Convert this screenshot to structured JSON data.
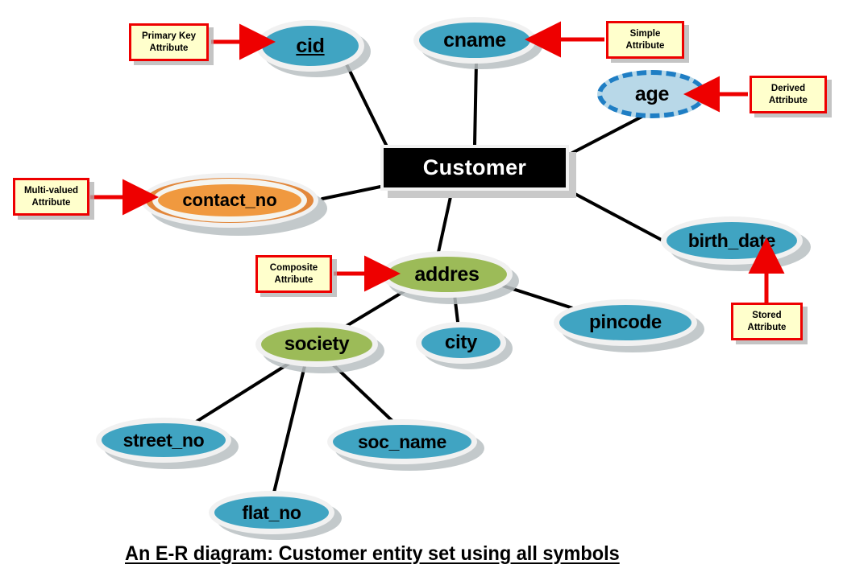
{
  "diagram": {
    "caption": "An E-R diagram: Customer entity set using all symbols",
    "entity": {
      "label": "Customer",
      "fill": "#000000",
      "text_color": "#ffffff"
    },
    "attributes": [
      {
        "id": "cid",
        "label": "cid",
        "kind": "key",
        "fill": "#40a4c2"
      },
      {
        "id": "cname",
        "label": "cname",
        "kind": "simple",
        "fill": "#40a4c2"
      },
      {
        "id": "age",
        "label": "age",
        "kind": "derived",
        "fill": "#b8d8e8"
      },
      {
        "id": "contact_no",
        "label": "contact_no",
        "kind": "multivalued",
        "fill": "#f0993f"
      },
      {
        "id": "birth_date",
        "label": "birth_date",
        "kind": "stored",
        "fill": "#40a4c2"
      },
      {
        "id": "addres",
        "label": "addres",
        "kind": "composite",
        "fill": "#9cbb58"
      },
      {
        "id": "society",
        "label": "society",
        "kind": "composite",
        "fill": "#9cbb58"
      },
      {
        "id": "city",
        "label": "city",
        "kind": "simple",
        "fill": "#40a4c2"
      },
      {
        "id": "pincode",
        "label": "pincode",
        "kind": "simple",
        "fill": "#40a4c2"
      },
      {
        "id": "street_no",
        "label": "street_no",
        "kind": "simple",
        "fill": "#40a4c2"
      },
      {
        "id": "soc_name",
        "label": "soc_name",
        "kind": "simple",
        "fill": "#40a4c2"
      },
      {
        "id": "flat_no",
        "label": "flat_no",
        "kind": "simple",
        "fill": "#40a4c2"
      }
    ],
    "callouts": [
      {
        "id": "primary-key",
        "line1": "Primary Key",
        "line2": "Attribute"
      },
      {
        "id": "simple",
        "line1": "Simple",
        "line2": "Attribute"
      },
      {
        "id": "derived",
        "line1": "Derived",
        "line2": "Attribute"
      },
      {
        "id": "multi-valued",
        "line1": "Multi-valued",
        "line2": "Attribute"
      },
      {
        "id": "composite",
        "line1": "Composite",
        "line2": "Attribute"
      },
      {
        "id": "stored",
        "line1": "Stored",
        "line2": "Attribute"
      }
    ],
    "colors": {
      "teal": "#40a4c2",
      "green": "#9cbb58",
      "orange": "#f0993f",
      "light_blue": "#b8d8e8",
      "callout_fill": "#ffffcc",
      "callout_border": "#ee0000",
      "edge": "#000000"
    }
  }
}
